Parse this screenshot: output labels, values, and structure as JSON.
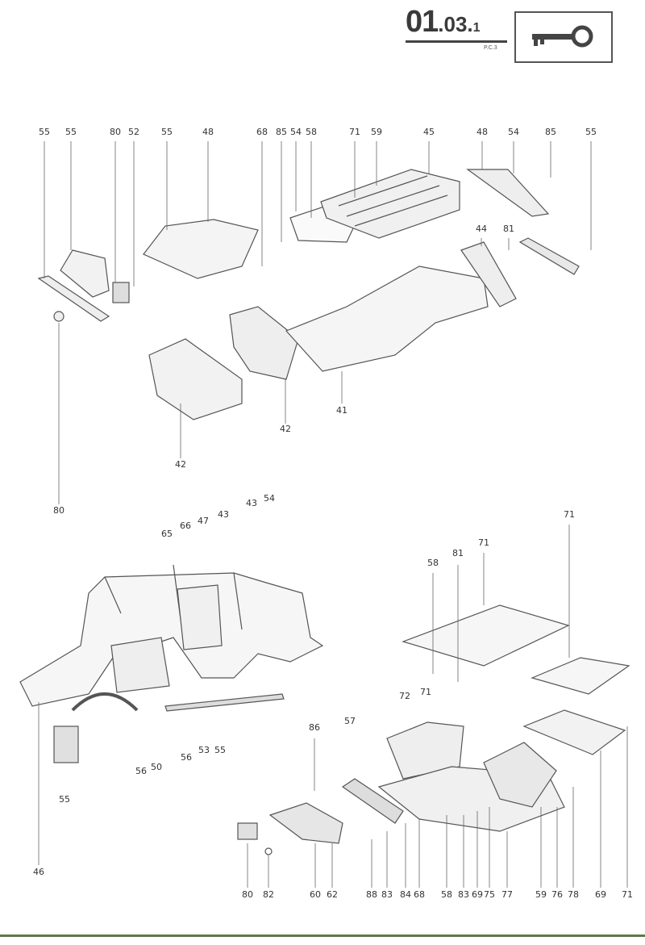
{
  "header": {
    "section_major": "01",
    "section_minor": ".03.",
    "section_sub": "1",
    "page_code": "P.C.3",
    "icon": "key-icon"
  },
  "callouts": [
    "55",
    "55",
    "80",
    "52",
    "55",
    "48",
    "68",
    "85",
    "54",
    "58",
    "71",
    "59",
    "45",
    "48",
    "54",
    "85",
    "55",
    "44",
    "81",
    "41",
    "42",
    "42",
    "80",
    "65",
    "66",
    "47",
    "43",
    "43",
    "54",
    "58",
    "81",
    "71",
    "71",
    "72",
    "71",
    "86",
    "57",
    "46",
    "55",
    "56",
    "50",
    "56",
    "53",
    "55",
    "80",
    "82",
    "60",
    "62",
    "88",
    "83",
    "84",
    "68",
    "58",
    "83",
    "69",
    "75",
    "77",
    "59",
    "76",
    "78",
    "69",
    "71"
  ],
  "colors": {
    "ink": "#333333",
    "footer": "#5a7a4a"
  }
}
